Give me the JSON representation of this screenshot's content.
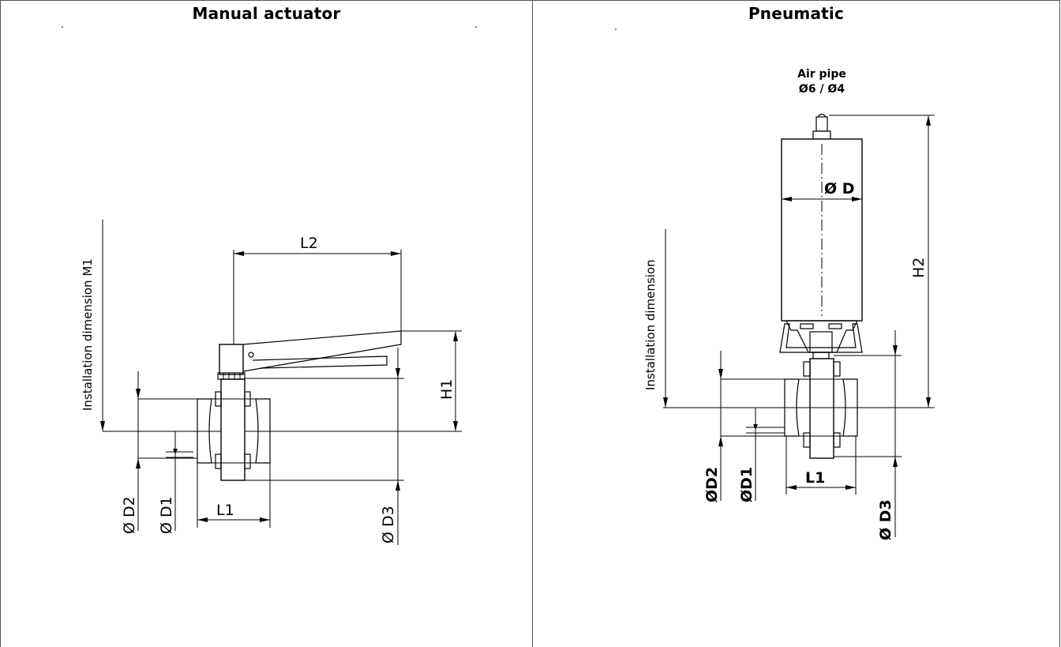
{
  "panels": {
    "left": {
      "title": "Manual actuator",
      "labels": {
        "installation": "Installation dimension  M1",
        "l2": "L2",
        "h1": "H1",
        "l1": "L1",
        "d2": "Ø D2",
        "d1": "Ø D1",
        "d3": "Ø D3"
      }
    },
    "right": {
      "title": "Pneumatic",
      "labels": {
        "air_pipe": "Air pipe",
        "air_pipe_size": "Ø6 / Ø4",
        "d": "Ø D",
        "h2": "H2",
        "installation": "Installation dimension",
        "l1": "L1",
        "d2": "ØD2",
        "d1": "ØD1",
        "d3": "Ø D3"
      }
    }
  }
}
